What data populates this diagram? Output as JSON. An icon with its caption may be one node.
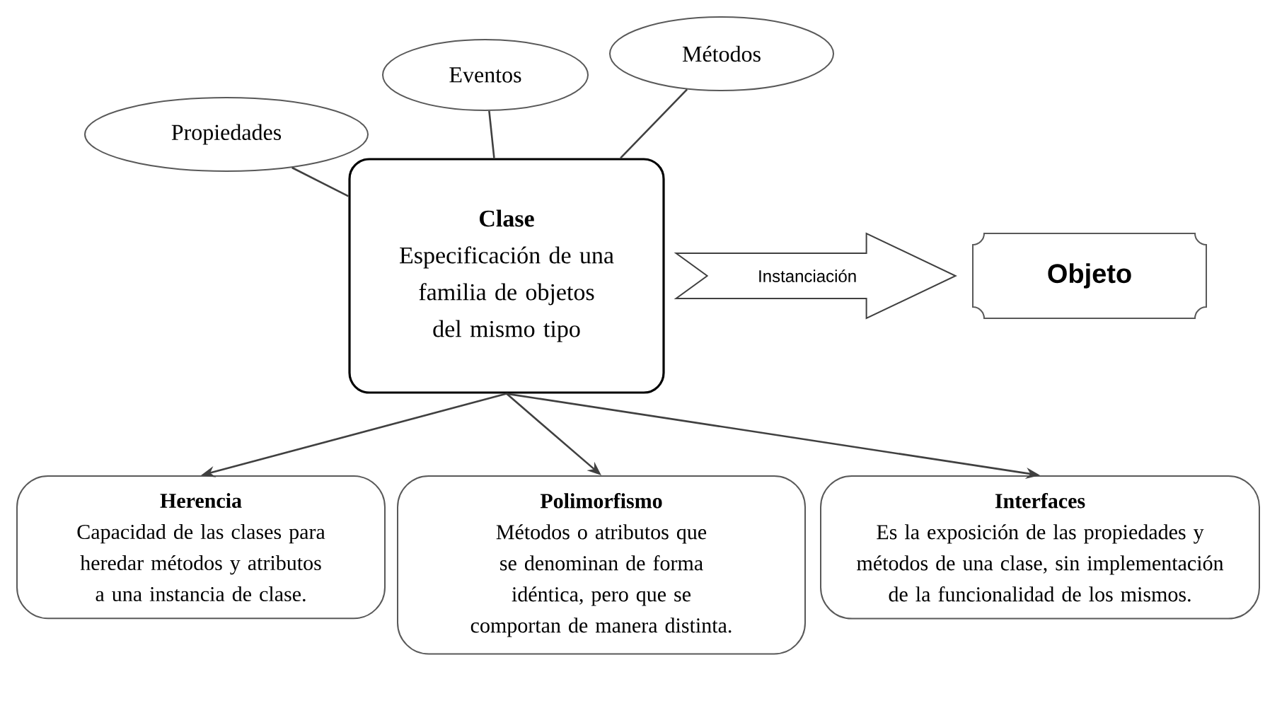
{
  "diagram": {
    "nodes": [
      {
        "text": [
          "Propiedades"
        ]
      },
      {
        "text": [
          "Eventos"
        ]
      },
      {
        "text": [
          "Métodos"
        ]
      },
      {
        "text": [
          "Clase",
          "Especificación de una familia de objetos del mismo tipo"
        ]
      },
      {
        "text": [
          "Objeto"
        ]
      },
      {
        "text": [
          "Herencia",
          "Capacidad de  las clases para heredar métodos y atributos a una instancia de clase."
        ]
      },
      {
        "text": [
          "Polimorfismo",
          "Métodos o atributos que se denominan de forma idéntica, pero que se comportan de manera distinta."
        ]
      },
      {
        "text": [
          "Interfaces",
          "Es la exposición de las propiedades y métodos de una clase, sin implementación de la funcionalidad de los mismos."
        ]
      }
    ],
    "edges": [
      {
        "from": 0,
        "to": 3,
        "arrow": "none"
      },
      {
        "from": 1,
        "to": 3,
        "arrow": "none"
      },
      {
        "from": 2,
        "to": 3,
        "arrow": "none"
      },
      {
        "from": 3,
        "to": 4,
        "arrow": "to",
        "label": "Instanciación",
        "style": "thick"
      },
      {
        "from": 3,
        "to": 5,
        "arrow": "to"
      },
      {
        "from": 3,
        "to": 6,
        "arrow": "to"
      },
      {
        "from": 3,
        "to": 7,
        "arrow": "to"
      }
    ]
  }
}
